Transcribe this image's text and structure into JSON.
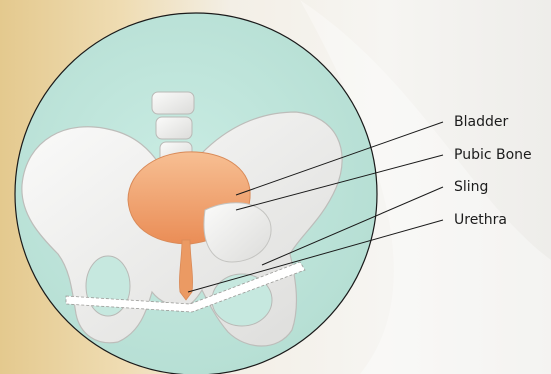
{
  "labels": {
    "bladder": "Bladder",
    "pubic_bone": "Pubic Bone",
    "sling": "Sling",
    "urethra": "Urethra"
  },
  "colors": {
    "circle_fill": "#bfe6dc",
    "bone_fill": "#f1f1ef",
    "bladder_fill": "#f2a56f",
    "leader_line": "#1a1a1a"
  }
}
